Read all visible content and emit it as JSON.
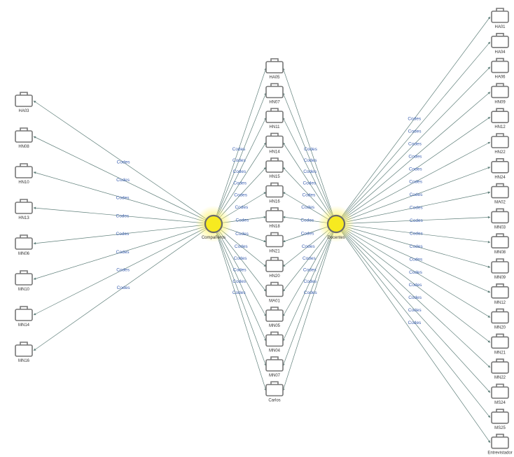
{
  "edge_label": "Codes",
  "hubs": [
    {
      "id": "companeros",
      "label": "Compañeros"
    },
    {
      "id": "docentes",
      "label": "Docentes"
    }
  ],
  "left_nodes": [
    "HA03",
    "HN08",
    "HN10",
    "HN13",
    "MN06",
    "MN10",
    "MN14",
    "MN16"
  ],
  "middle_nodes": [
    "HA05",
    "HN07",
    "HN11",
    "HN14",
    "HN15",
    "HN16",
    "HN18",
    "HN21",
    "HN20",
    "MA01",
    "MN05",
    "MN04",
    "MN07",
    "Carlos"
  ],
  "right_nodes": [
    "HA01",
    "HA04",
    "HA06",
    "HN09",
    "HN12",
    "HN22",
    "HN24",
    "MA02",
    "MN03",
    "MN08",
    "MN09",
    "MN12",
    "MN20",
    "MN21",
    "MN22",
    "MS24",
    "MS25",
    "Entrevistador"
  ],
  "colors": {
    "hub_fill": "#f7ea20",
    "hub_glow": "#fff36a",
    "edge": "#5f7f7a",
    "edge_label": "#3a5fb0",
    "node_stroke": "#777777"
  },
  "icons": {
    "document_node": "briefcase-icon",
    "hub": "circle-hub-icon"
  }
}
